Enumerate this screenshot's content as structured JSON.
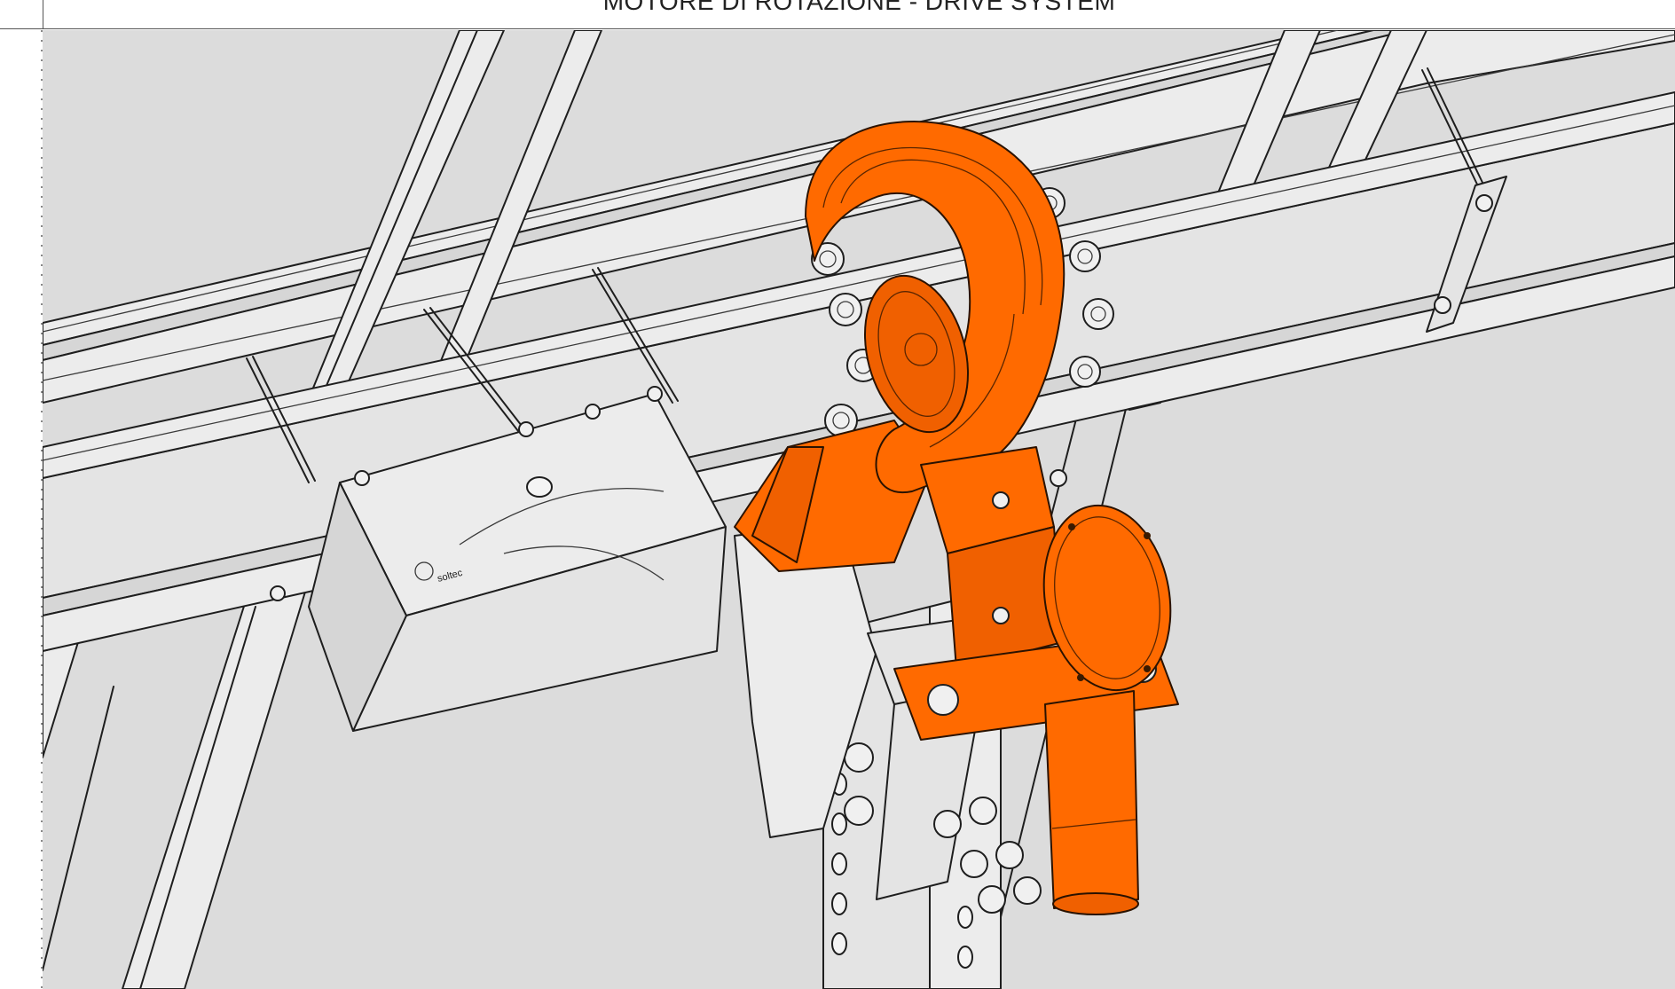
{
  "title": "MOTORE DI ROTAZIONE - DRIVE SYSTEM",
  "colors": {
    "background": "#dcdcdc",
    "drive_highlight": "#ff6a00",
    "line": "#1e1e1e"
  },
  "diagram": {
    "highlighted_component": "slew drive (orange)",
    "logo_text": "soltec"
  }
}
